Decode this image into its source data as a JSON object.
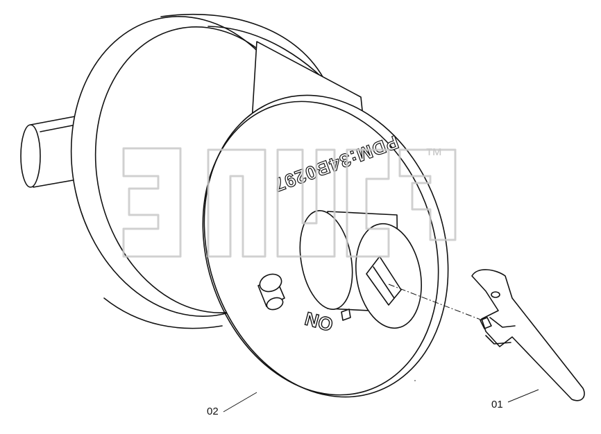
{
  "diagram": {
    "part_number_stamp": "PDM:34B0297",
    "switch_label": "ON",
    "callouts": [
      {
        "id": "callout-01",
        "label": "01"
      },
      {
        "id": "callout-02",
        "label": "02"
      }
    ],
    "watermark": {
      "trademark": "™"
    }
  }
}
